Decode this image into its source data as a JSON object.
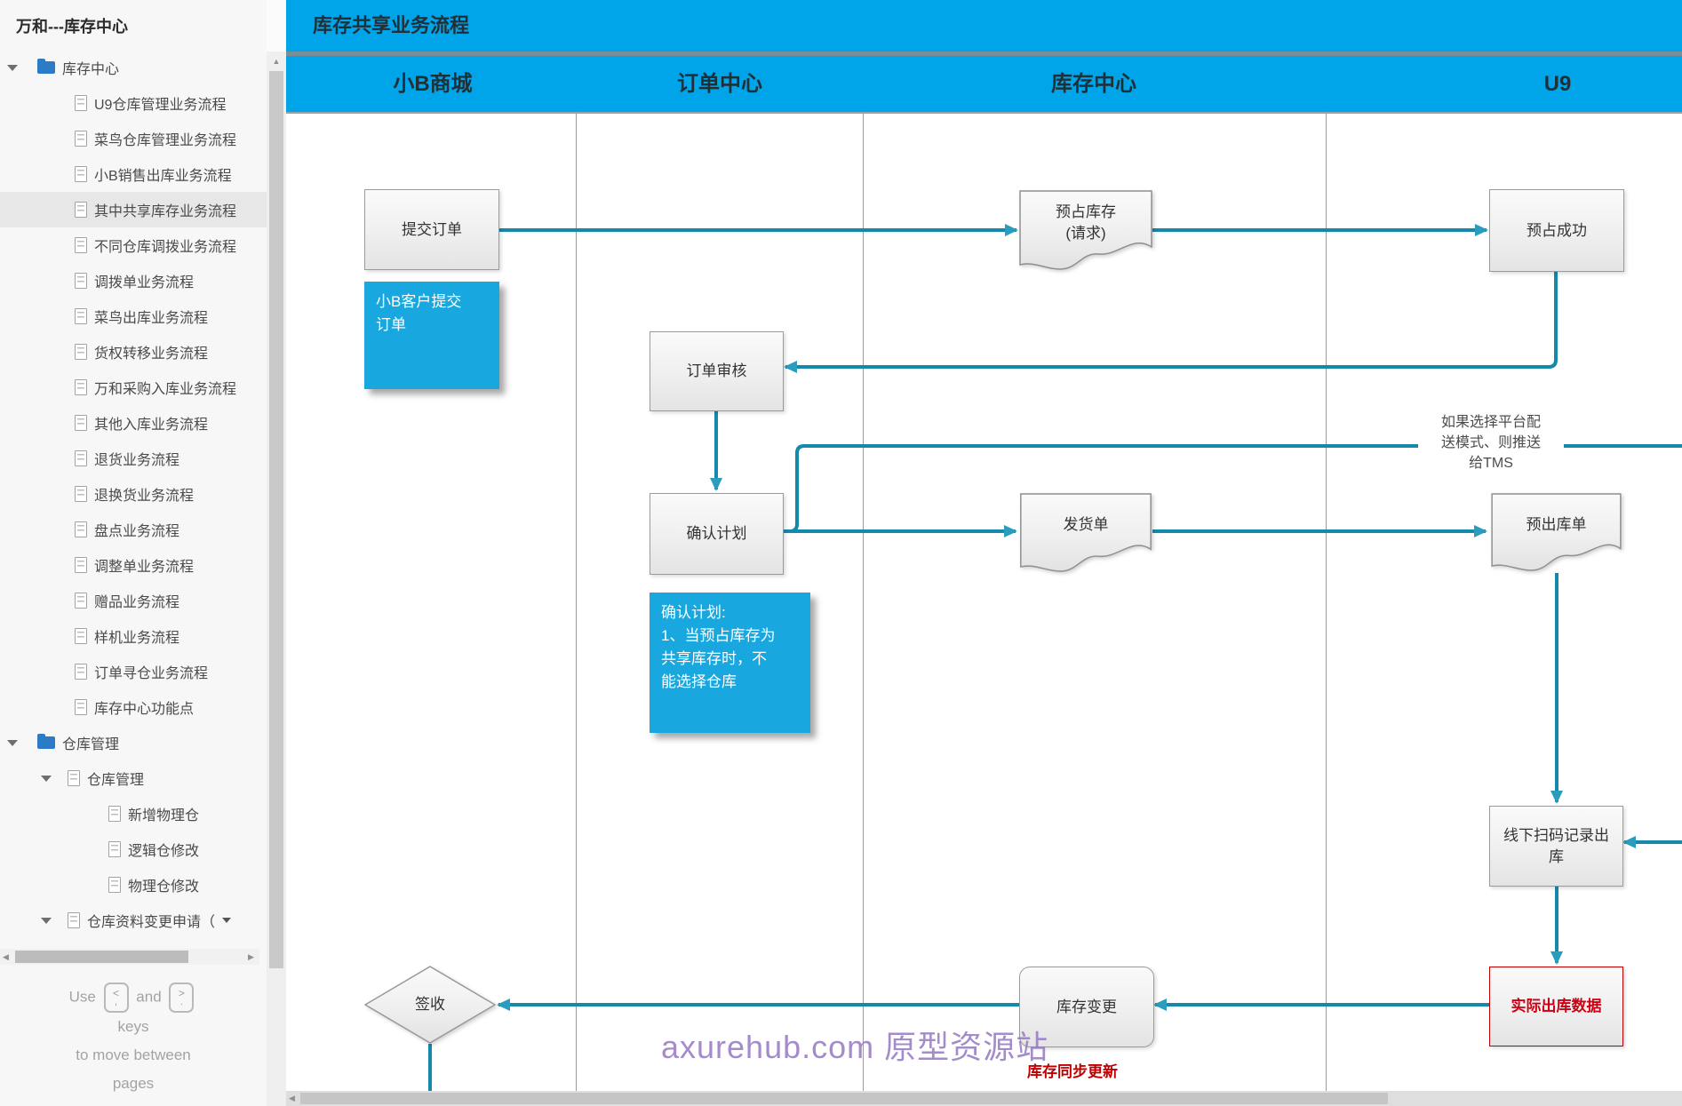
{
  "sidebar": {
    "title": "万和---库存中心",
    "tree": [
      {
        "label": "库存中心"
      },
      {
        "label": "U9仓库管理业务流程"
      },
      {
        "label": "菜鸟仓库管理业务流程"
      },
      {
        "label": "小B销售出库业务流程"
      },
      {
        "label": "其中共享库存业务流程"
      },
      {
        "label": "不同仓库调拨业务流程"
      },
      {
        "label": "调拨单业务流程"
      },
      {
        "label": "菜鸟出库业务流程"
      },
      {
        "label": "货权转移业务流程"
      },
      {
        "label": "万和采购入库业务流程"
      },
      {
        "label": "其他入库业务流程"
      },
      {
        "label": "退货业务流程"
      },
      {
        "label": "退换货业务流程"
      },
      {
        "label": "盘点业务流程"
      },
      {
        "label": "调整单业务流程"
      },
      {
        "label": "赠品业务流程"
      },
      {
        "label": "样机业务流程"
      },
      {
        "label": "订单寻仓业务流程"
      },
      {
        "label": "库存中心功能点"
      },
      {
        "label": "仓库管理"
      },
      {
        "label": "仓库管理"
      },
      {
        "label": "新增物理仓"
      },
      {
        "label": "逻辑仓修改"
      },
      {
        "label": "物理仓修改"
      },
      {
        "label": "仓库资料变更申请（"
      }
    ],
    "footer": {
      "use": "Use",
      "and": "and",
      "keys": "keys",
      "move": "to move between",
      "pages": "pages",
      "key_left": {
        "top": "<",
        "bottom": ","
      },
      "key_right": {
        "top": ">",
        "bottom": "."
      }
    }
  },
  "header": {
    "page_title": "库存共享业务流程"
  },
  "lanes": [
    {
      "label": "小B商城"
    },
    {
      "label": "订单中心"
    },
    {
      "label": "库存中心"
    },
    {
      "label": "U9"
    }
  ],
  "flow": {
    "nodes": {
      "submit_order": "提交订单",
      "reserve_stock_request": [
        "预占库存",
        "(请求)"
      ],
      "reserve_success": "预占成功",
      "order_review": "订单审核",
      "confirm_plan": "确认计划",
      "shipping_order": "发货单",
      "pre_outbound_order": "预出库单",
      "offline_scan": [
        "线下扫码记录出",
        "库"
      ],
      "actual_outbound_data": "实际出库数据",
      "stock_change": "库存变更",
      "sign_receipt": "签收"
    },
    "notes": {
      "small_b_note": [
        "小B客户提交",
        "订单"
      ],
      "confirm_plan_note": [
        "确认计划:",
        "1、当预占库存为",
        "共享库存时，不",
        "能选择仓库"
      ],
      "tms_note": [
        "如果选择平台配",
        "送模式、则推送",
        "给TMS"
      ],
      "stock_sync_label": "库存同步更新"
    }
  },
  "watermark": "axurehub.com 原型资源站",
  "colors": {
    "header_cyan": "#00a4e8",
    "note_blue": "#18a8df",
    "connector_teal": "#1489ac",
    "alert_red": "#c00000",
    "watermark_purple": "#9478c2"
  }
}
